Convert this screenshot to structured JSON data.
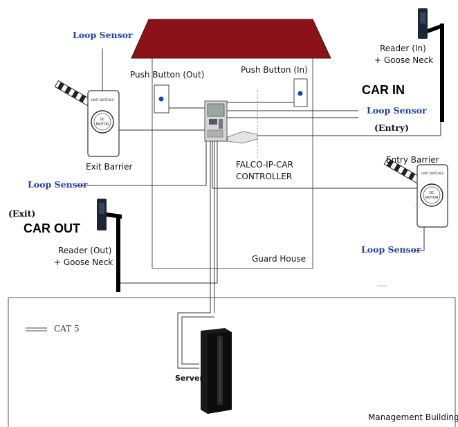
{
  "labels": {
    "loop_sensor_top_left": "Loop Sensor",
    "loop_sensor_middle_left": "Loop Sensor",
    "loop_sensor_right_top": "Loop Sensor",
    "loop_sensor_right_bottom": "Loop Sensor",
    "push_button_out": "Push Button (Out)",
    "push_button_in": "Push Button (In)",
    "reader_in_line1": "Reader (In)",
    "reader_in_line2": "+ Goose Neck",
    "car_in": "CAR IN",
    "entry": "(Entry)",
    "exit_barrier": "Exit Barrier",
    "controller_line1": "FALCO-IP-CAR",
    "controller_line2": "CONTROLLER",
    "entry_barrier": "Entry Barrier",
    "exit": "(Exit)",
    "car_out": "CAR OUT",
    "reader_out_line1": "Reader (Out)",
    "reader_out_line2": "+ Goose Neck",
    "guard_house": "Guard House",
    "legend_cat5": "CAT 5",
    "server": "Server",
    "management_building": "Management Building",
    "motor_text_top": "LIMIT SWITCHES",
    "motor_text_dc": "DC",
    "motor_text_motor": "MOTOR"
  },
  "colors": {
    "roof": "#8b1218",
    "blue_text": "#1f3fae",
    "line": "#333333",
    "post": "#000000",
    "barrier_stripe": "#222222"
  }
}
